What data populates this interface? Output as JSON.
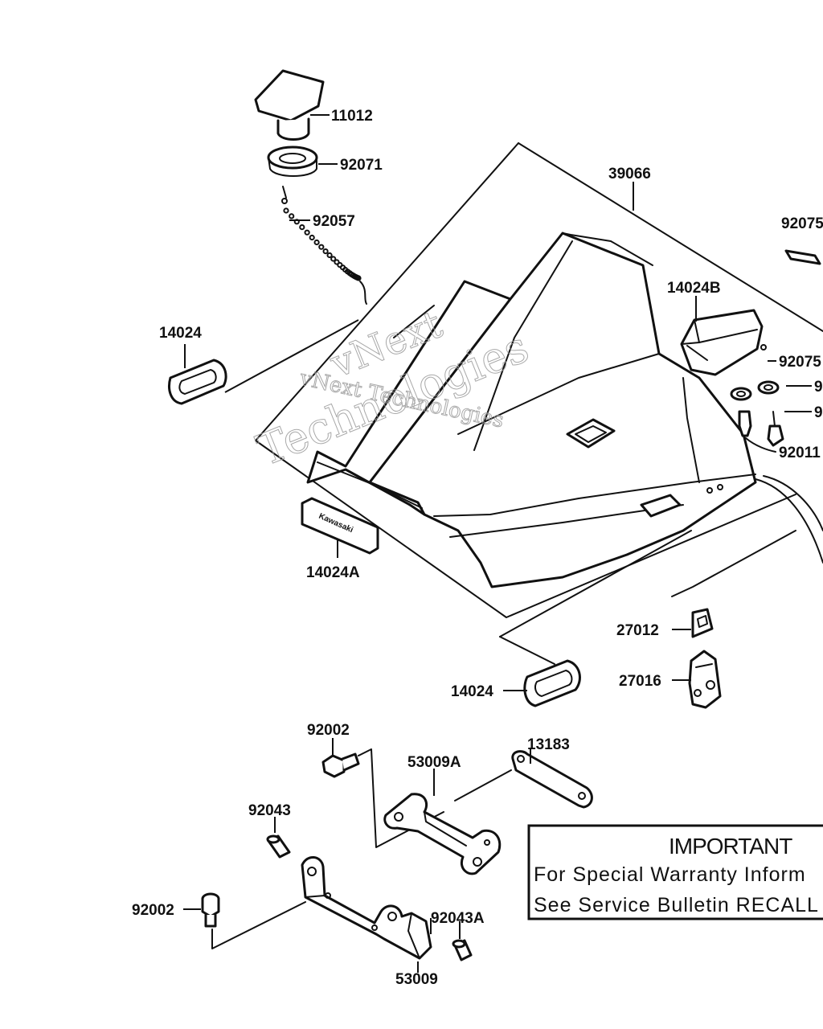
{
  "labels": {
    "p11012": "11012",
    "p92071": "92071",
    "p92057": "92057",
    "p39066": "39066",
    "p92075a": "92075",
    "p14024B": "14024B",
    "p92075b": "92075",
    "p9a": "9",
    "p9b": "9",
    "p92011": "92011",
    "p14024a": "14024",
    "p14024A": "14024A",
    "p27012": "27012",
    "p27016": "27016",
    "p14024b": "14024",
    "p92002a": "92002",
    "p13183": "13183",
    "p53009A": "53009A",
    "p92043": "92043",
    "p92002b": "92002",
    "p92043A": "92043A",
    "p53009": "53009"
  },
  "emblem_text": "Kawasaki",
  "watermark": {
    "line1": "vNext Technologies",
    "big1": "vNext",
    "big2": "Technologies"
  },
  "notice": {
    "title": "IMPORTANT",
    "line1": "For Special Warranty Inform",
    "line2": "See Service Bulletin RECALL"
  }
}
